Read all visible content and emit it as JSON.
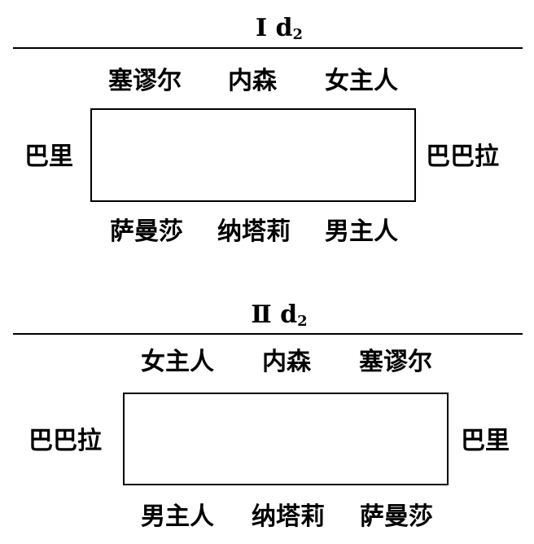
{
  "arrangements": [
    {
      "id": "I",
      "numeral": "Ⅰ",
      "var": "d",
      "sub": "2",
      "top": [
        "塞谬尔",
        "内森",
        "女主人"
      ],
      "bottom": [
        "萨曼莎",
        "纳塔莉",
        "男主人"
      ],
      "left": "巴里",
      "right": "巴巴拉"
    },
    {
      "id": "II",
      "numeral": "Ⅱ",
      "var": "d",
      "sub": "2",
      "top": [
        "女主人",
        "内森",
        "塞谬尔"
      ],
      "bottom": [
        "男主人",
        "纳塔莉",
        "萨曼莎"
      ],
      "left": "巴巴拉",
      "right": "巴里"
    }
  ]
}
